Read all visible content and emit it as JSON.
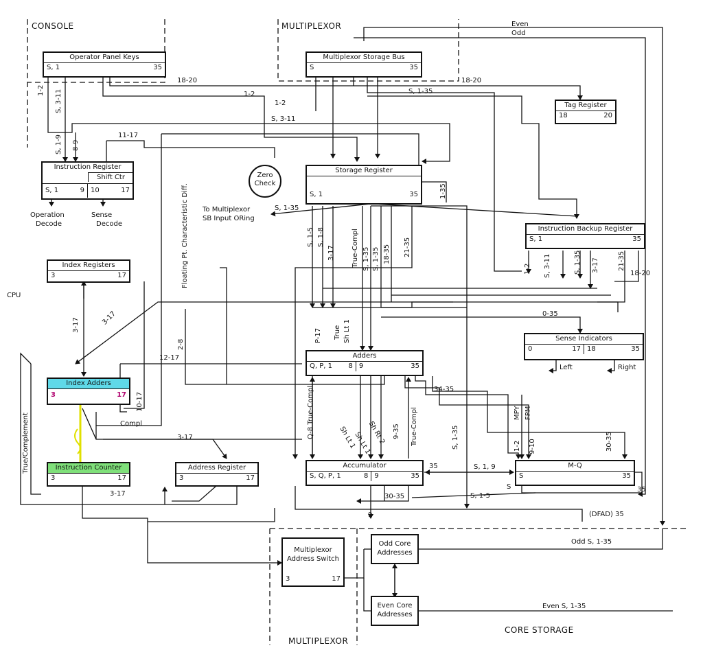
{
  "regions": {
    "console": "CONSOLE",
    "multiplexor_top": "MULTIPLEXOR",
    "cpu": "CPU",
    "multiplexor_bottom": "MULTIPLEXOR",
    "core_storage": "CORE STORAGE"
  },
  "blocks": {
    "operator_panel": {
      "title": "Operator Panel Keys",
      "left": "S, 1",
      "right": "35"
    },
    "mux_storage_bus": {
      "title": "Multiplexor Storage Bus",
      "left": "S",
      "right": "35"
    },
    "tag_register": {
      "title": "Tag Register",
      "left": "18",
      "right": "20"
    },
    "instruction_register": {
      "title": "Instruction Register",
      "sub": "Shift Ctr",
      "left": "S, 1",
      "mid": "9",
      "mid2": "10",
      "right": "17"
    },
    "storage_register": {
      "title": "Storage Register",
      "left": "S, 1",
      "right": "35"
    },
    "zero_check": {
      "line1": "Zero",
      "line2": "Check"
    },
    "instruction_backup": {
      "title": "Instruction Backup Register",
      "left": "S, 1",
      "right": "35"
    },
    "index_registers": {
      "title": "Index Registers",
      "left": "3",
      "right": "17"
    },
    "sense_indicators": {
      "title": "Sense Indicators",
      "left": "0",
      "mid": "17",
      "mid2": "18",
      "right": "35"
    },
    "adders": {
      "title": "Adders",
      "left": "Q, P, 1",
      "mid": "8",
      "mid2": "9",
      "right": "35"
    },
    "index_adders": {
      "title": "Index Adders",
      "left": "3",
      "right": "17"
    },
    "instruction_counter": {
      "title": "Instruction Counter",
      "left": "3",
      "right": "17"
    },
    "address_register": {
      "title": "Address Register",
      "left": "3",
      "right": "17"
    },
    "accumulator": {
      "title": "Accumulator",
      "left": "S, Q, P, 1",
      "mid": "8",
      "mid2": "9",
      "right": "35"
    },
    "mq": {
      "title": "M-Q",
      "left": "S",
      "right": "35"
    },
    "mux_address_switch": {
      "line1": "Multiplexor",
      "line2": "Address Switch",
      "left": "3",
      "right": "17"
    },
    "odd_core": {
      "line1": "Odd Core",
      "line2": "Addresses"
    },
    "even_core": {
      "line1": "Even Core",
      "line2": "Addresses"
    }
  },
  "labels": {
    "even": "Even",
    "odd": "Odd",
    "l18_20a": "18-20",
    "l18_20b": "18-20",
    "l1_2a": "1-2",
    "l1_2b": "1-2",
    "l1_2c": "1-2",
    "s1_35a": "S, 1-35",
    "s3_11a": "S, 3-11",
    "s3_11v": "S, 3-11",
    "s1_9": "S, 1-9",
    "l8_9": "8-9",
    "l11_17": "11-17",
    "op_decode1": "Operation",
    "op_decode2": "Decode",
    "sense_decode1": "Sense",
    "sense_decode2": "Decode",
    "to_mux1": "To Multiplexor",
    "to_mux2": "SB Input ORing",
    "s1_35b": "S, 1-35",
    "fp_char": "Floating Pt. Characteristic Diff.",
    "l1_35": "1-35",
    "s1_5": "S, 1-5",
    "s1_8": "S, 1-8",
    "l3_17a": "3-17",
    "true_compl": "True-Compl",
    "s1_35c": "S, 1-35",
    "s1_35d": "S, 1-35",
    "l18_35": "18-35",
    "l21_35a": "21-35",
    "l3_17b": "3-17",
    "l3_17c": "3-17",
    "l3_17d": "3-17",
    "l3_17e": "3-17",
    "l3_17f": "3-17",
    "b_1_2": "1-2",
    "b_s3_11": "S, 3-11",
    "b_s1_35": "S, 1-35",
    "b_3_17": "3-17",
    "b_21_35": "21-35",
    "b_18_20": "18-20",
    "l0_35": "0-35",
    "left": "Left",
    "right": "Right",
    "p_17": "P-17",
    "true_sh1": "True",
    "true_sh2": "Sh Lt 1",
    "l2_8": "2-8",
    "l12_17": "12-17",
    "l10_17": "10-17",
    "compl": "Compl",
    "true_complement": "True/Complement",
    "l34_35": "34-35",
    "mpy": "MPY",
    "fpm": "FPM",
    "q8_true": "Q-8 True-Compl",
    "sh_lt_1a": "Sh Lt 1",
    "sh_lt_1b": "Sh Lt 1",
    "sh_rt_2": "Sh Rt 2",
    "l9_35": "9-35",
    "true_compl2": "True-Compl",
    "s1_35e": "S, 1-35",
    "m_1_2": "1-2",
    "m_9_10": "9-10",
    "m_30_35": "30-35",
    "l35a": "35",
    "s1_9b": "S, 1, 9",
    "s5": "S",
    "l35b": "35",
    "l30_35": "30-35",
    "s1_5b": "S, 1-5",
    "l9": "9",
    "dfad": "(DFAD) 35",
    "odd_s1_35": "Odd   S, 1-35",
    "even_s1_35": "Even   S, 1-35"
  },
  "colors": {
    "line": "#111111",
    "index_adders_highlight": "#5fd9e8",
    "instruction_counter_highlight": "#7fe07a",
    "accent_magenta": "#b0006e",
    "yellow_trace": "#e0e000"
  }
}
